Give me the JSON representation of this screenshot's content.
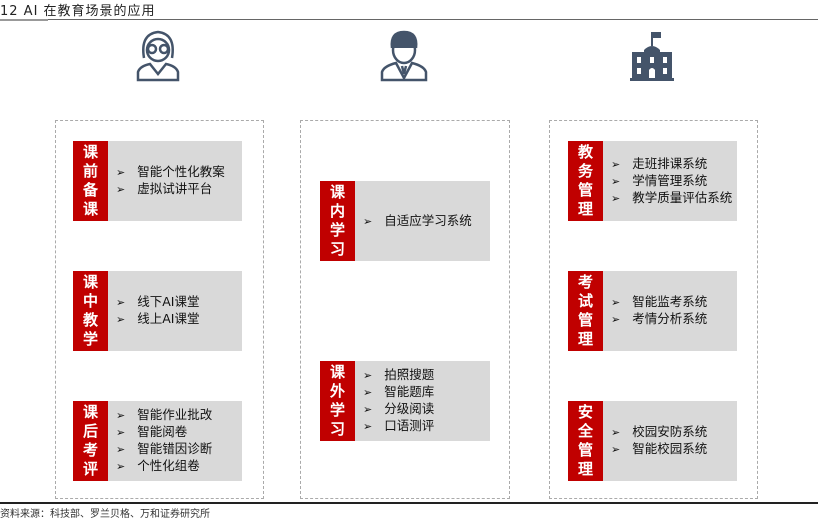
{
  "header": {
    "title": "12   AI 在教育场景的应用"
  },
  "footer": {
    "source": "资料来源：科技部、罗兰贝格、万和证券研究所"
  },
  "columns": [
    {
      "icon": "teacher-icon",
      "cards": [
        {
          "label": "课前备课",
          "items": [
            "智能个性化教案",
            "虚拟试讲平台"
          ]
        },
        {
          "label": "课中教学",
          "items": [
            "线下AI课堂",
            "线上AI课堂"
          ]
        },
        {
          "label": "课后考评",
          "items": [
            "智能作业批改",
            "智能阅卷",
            "智能错因诊断",
            "个性化组卷"
          ]
        }
      ]
    },
    {
      "icon": "student-icon",
      "cards": [
        {
          "label": "课内学习",
          "items": [
            "自适应学习系统"
          ]
        },
        {
          "label": "课外学习",
          "items": [
            "拍照搜题",
            "智能题库",
            "分级阅读",
            "口语测评"
          ]
        }
      ]
    },
    {
      "icon": "school-icon",
      "cards": [
        {
          "label": "教务管理",
          "items": [
            "走班排课系统",
            "学情管理系统",
            "教学质量评估系统"
          ]
        },
        {
          "label": "考试管理",
          "items": [
            "智能监考系统",
            "考情分析系统"
          ]
        },
        {
          "label": "安全管理",
          "items": [
            "校园安防系统",
            "智能校园系统"
          ]
        }
      ]
    }
  ]
}
